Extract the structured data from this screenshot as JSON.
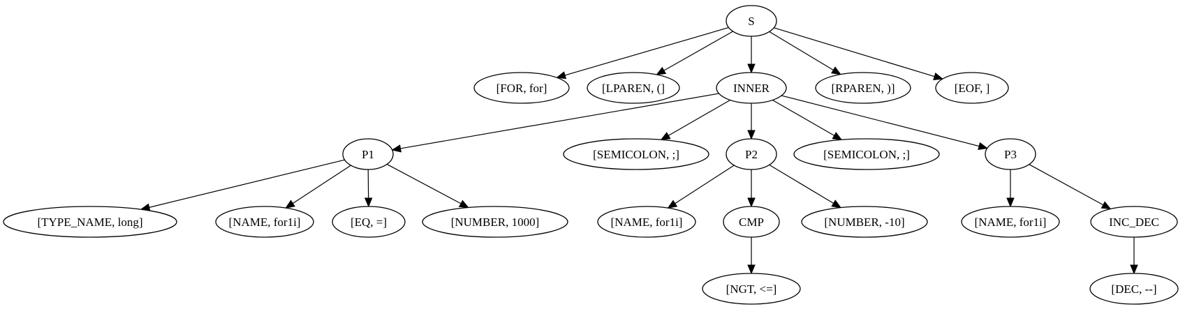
{
  "tree": {
    "nodes": [
      {
        "id": "S",
        "label": "S"
      },
      {
        "id": "for",
        "label": "[FOR, for]"
      },
      {
        "id": "lparen",
        "label": "[LPAREN, (]"
      },
      {
        "id": "inner",
        "label": "INNER"
      },
      {
        "id": "rparen",
        "label": "[RPAREN, )]"
      },
      {
        "id": "eof",
        "label": "[EOF, ]"
      },
      {
        "id": "p1",
        "label": "P1"
      },
      {
        "id": "semi1",
        "label": "[SEMICOLON, ;]"
      },
      {
        "id": "p2",
        "label": "P2"
      },
      {
        "id": "semi2",
        "label": "[SEMICOLON, ;]"
      },
      {
        "id": "p3",
        "label": "P3"
      },
      {
        "id": "type_name",
        "label": "[TYPE_NAME, long]"
      },
      {
        "id": "name1",
        "label": "[NAME, for1i]"
      },
      {
        "id": "eq",
        "label": "[EQ, =]"
      },
      {
        "id": "num1000",
        "label": "[NUMBER, 1000]"
      },
      {
        "id": "name2",
        "label": "[NAME, for1i]"
      },
      {
        "id": "cmp",
        "label": "CMP"
      },
      {
        "id": "num_neg10",
        "label": "[NUMBER, -10]"
      },
      {
        "id": "name3",
        "label": "[NAME, for1i]"
      },
      {
        "id": "inc_dec",
        "label": "INC_DEC"
      },
      {
        "id": "ngt",
        "label": "[NGT, <=]"
      },
      {
        "id": "dec",
        "label": "[DEC, --]"
      }
    ],
    "edges": [
      [
        "S",
        "for"
      ],
      [
        "S",
        "lparen"
      ],
      [
        "S",
        "inner"
      ],
      [
        "S",
        "rparen"
      ],
      [
        "S",
        "eof"
      ],
      [
        "inner",
        "p1"
      ],
      [
        "inner",
        "semi1"
      ],
      [
        "inner",
        "p2"
      ],
      [
        "inner",
        "semi2"
      ],
      [
        "inner",
        "p3"
      ],
      [
        "p1",
        "type_name"
      ],
      [
        "p1",
        "name1"
      ],
      [
        "p1",
        "eq"
      ],
      [
        "p1",
        "num1000"
      ],
      [
        "p2",
        "name2"
      ],
      [
        "p2",
        "cmp"
      ],
      [
        "p2",
        "num_neg10"
      ],
      [
        "p3",
        "name3"
      ],
      [
        "p3",
        "inc_dec"
      ],
      [
        "cmp",
        "ngt"
      ],
      [
        "inc_dec",
        "dec"
      ]
    ]
  }
}
